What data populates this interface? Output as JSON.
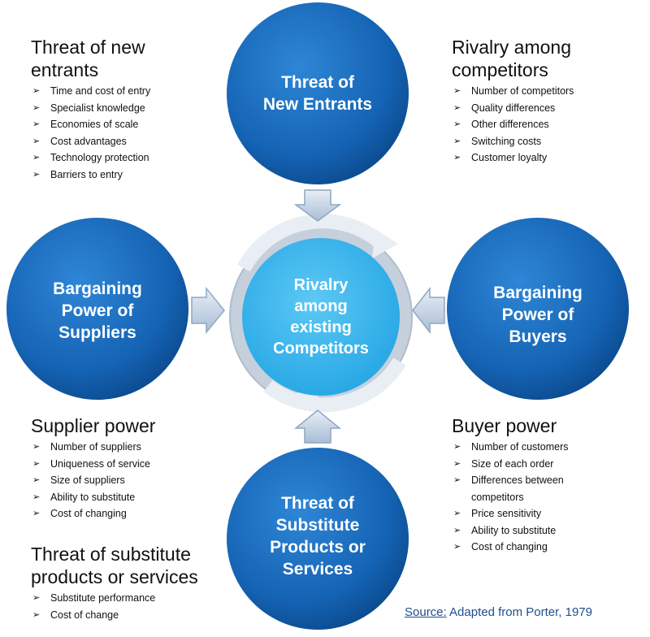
{
  "circles": {
    "new_entrants": [
      "Threat of",
      "New Entrants"
    ],
    "suppliers": [
      "Bargaining",
      "Power of",
      "Suppliers"
    ],
    "buyers": [
      "Bargaining",
      "Power of",
      "Buyers"
    ],
    "substitutes": [
      "Threat of",
      "Substitute",
      "Products or",
      "Services"
    ],
    "center": [
      "Rivalry",
      "among",
      "existing",
      "Competitors"
    ]
  },
  "blocks": {
    "new_entrants": {
      "title": [
        "Threat of new",
        "entrants"
      ],
      "items": [
        "Time and cost of entry",
        "Specialist knowledge",
        "Economies of scale",
        "Cost advantages",
        "Technology protection",
        "Barriers to entry"
      ]
    },
    "rivalry": {
      "title": [
        "Rivalry among",
        "competitors"
      ],
      "items": [
        "Number of competitors",
        "Quality differences",
        "Other differences",
        "Switching costs",
        "Customer loyalty"
      ]
    },
    "supplier": {
      "title": [
        "Supplier power"
      ],
      "items": [
        "Number of suppliers",
        "Uniqueness of service",
        "Size of suppliers",
        "Ability to substitute",
        "Cost of changing"
      ]
    },
    "buyer": {
      "title": [
        "Buyer power"
      ],
      "items": [
        "Number of customers",
        "Size of each order",
        "Differences between",
        "competitors",
        "Price sensitivity",
        "Ability to substitute",
        "Cost of changing"
      ]
    },
    "substitute": {
      "title": [
        "Threat of substitute",
        "products or services"
      ],
      "items": [
        "Substitute performance",
        "Cost of change"
      ]
    }
  },
  "source": {
    "label": "Source:",
    "text": "Adapted from Porter, 1979"
  },
  "colors": {
    "circle_dark": "#0d4f96",
    "circle_light": "#2f86d6",
    "center_fill": "#3db4ec",
    "ring": "#b8c6d6"
  }
}
